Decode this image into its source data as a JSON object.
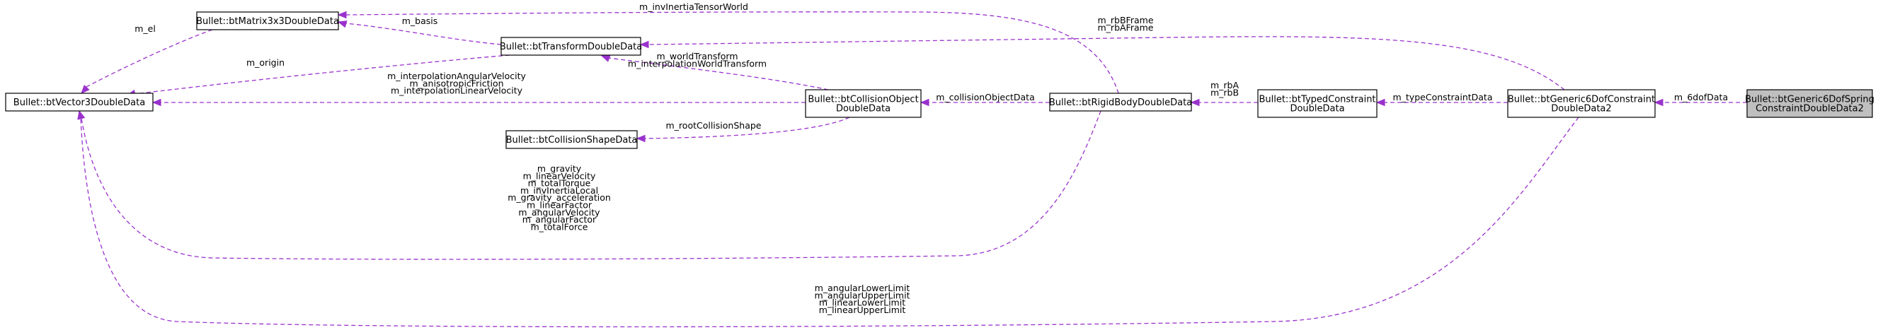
{
  "diagram": {
    "nodes": {
      "vector3": {
        "lines": [
          "Bullet::btVector3DoubleData"
        ]
      },
      "matrix3x3": {
        "lines": [
          "Bullet::btMatrix3x3DoubleData"
        ]
      },
      "transform": {
        "lines": [
          "Bullet::btTransformDoubleData"
        ]
      },
      "collision_shape": {
        "lines": [
          "Bullet::btCollisionShapeData"
        ]
      },
      "collision_object": {
        "lines": [
          "Bullet::btCollisionObject",
          "DoubleData"
        ]
      },
      "rigid_body": {
        "lines": [
          "Bullet::btRigidBodyDoubleData"
        ]
      },
      "typed_constraint": {
        "lines": [
          "Bullet::btTypedConstraint",
          "DoubleData"
        ]
      },
      "generic6dof": {
        "lines": [
          "Bullet::btGeneric6DofConstraint",
          "DoubleData2"
        ]
      },
      "generic6dof_spring": {
        "lines": [
          "Bullet::btGeneric6DofSpring",
          "ConstraintDoubleData2"
        ]
      }
    },
    "edges": {
      "matrix_to_vector": {
        "lines": [
          "m_el"
        ]
      },
      "transform_to_matrix": {
        "lines": [
          "m_basis"
        ]
      },
      "transform_to_vector": {
        "lines": [
          "m_origin"
        ]
      },
      "collobj_to_transform": {
        "lines": [
          "m_worldTransform",
          "m_interpolationWorldTransform"
        ]
      },
      "collobj_to_vector": {
        "lines": [
          "m_interpolationAngularVelocity",
          "m_anisotropicFriction",
          "m_interpolationLinearVelocity"
        ]
      },
      "collobj_to_shape": {
        "lines": [
          "m_rootCollisionShape"
        ]
      },
      "rigid_to_collobj": {
        "lines": [
          "m_collisionObjectData"
        ]
      },
      "rigid_to_matrix": {
        "lines": [
          "m_invInertiaTensorWorld"
        ]
      },
      "rigid_to_vector": {
        "lines": [
          "m_gravity",
          "m_linearVelocity",
          "m_totalTorque",
          "m_invInertiaLocal",
          "m_gravity_acceleration",
          "m_linearFactor",
          "m_angularVelocity",
          "m_angularFactor",
          "m_totalForce"
        ]
      },
      "typed_to_rigid": {
        "lines": [
          "m_rbA",
          "m_rbB"
        ]
      },
      "g6dof_to_typed": {
        "lines": [
          "m_typeConstraintData"
        ]
      },
      "g6dof_to_transform": {
        "lines": [
          "m_rbBFrame",
          "m_rbAFrame"
        ]
      },
      "g6dof_to_vector": {
        "lines": [
          "m_angularLowerLimit",
          "m_angularUpperLimit",
          "m_linearLowerLimit",
          "m_linearUpperLimit"
        ]
      },
      "spring_to_g6dof": {
        "lines": [
          "m_6dofData"
        ]
      }
    },
    "colors": {
      "edge": "#9a32cd",
      "highlight_fill": "#bfbfbf",
      "box_stroke": "#000000"
    }
  }
}
